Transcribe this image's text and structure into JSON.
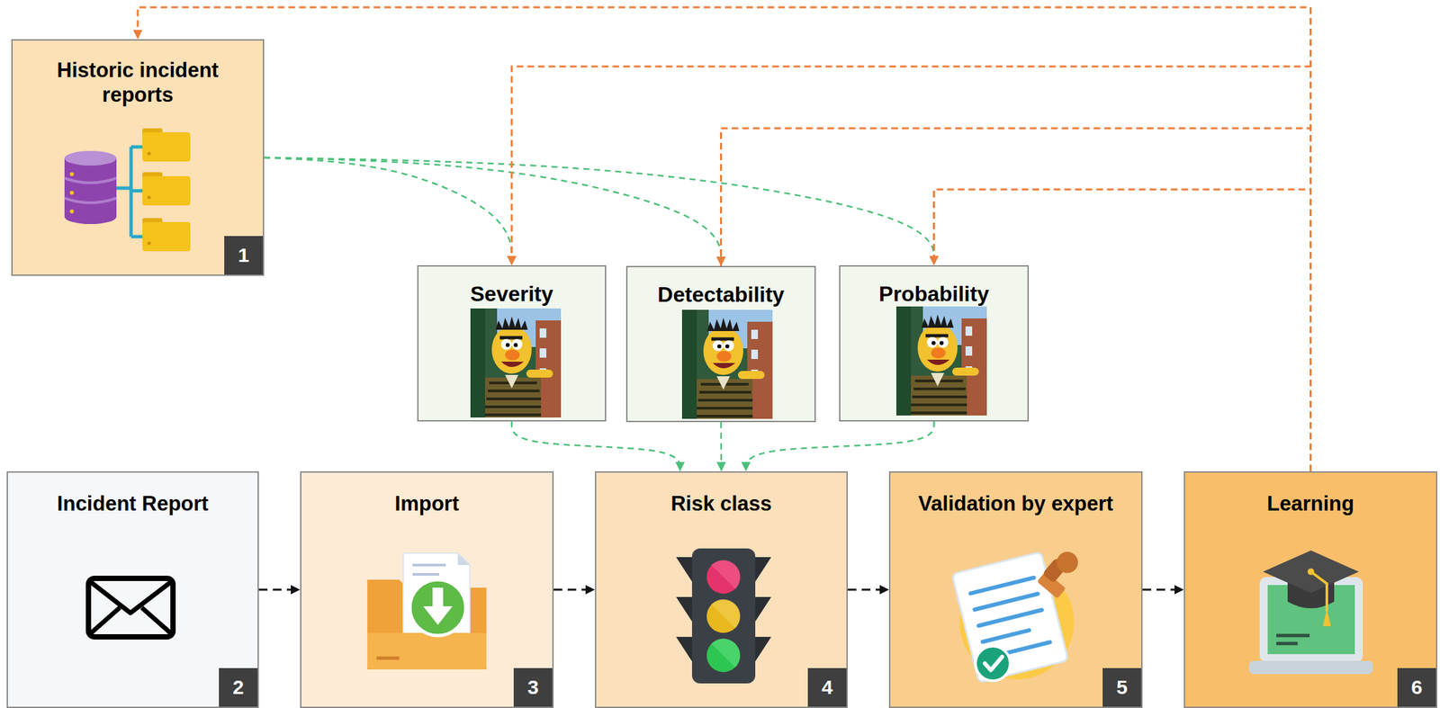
{
  "diagram": {
    "nodes": [
      {
        "text": [
          "Historic incident reports"
        ]
      },
      {
        "text": [
          "Severity"
        ]
      },
      {
        "text": [
          "Detectability"
        ]
      },
      {
        "text": [
          "Probability"
        ]
      },
      {
        "text": [
          "Incident Report"
        ]
      },
      {
        "text": [
          "Import"
        ]
      },
      {
        "text": [
          "Risk class"
        ]
      },
      {
        "text": [
          "Validation by expert"
        ]
      },
      {
        "text": [
          "Learning"
        ]
      }
    ],
    "edges": [
      {
        "from": 0,
        "to": 1,
        "arrow": "to"
      },
      {
        "from": 0,
        "to": 2,
        "arrow": "to"
      },
      {
        "from": 0,
        "to": 3,
        "arrow": "to"
      },
      {
        "from": 1,
        "to": 6,
        "arrow": "to"
      },
      {
        "from": 2,
        "to": 6,
        "arrow": "to"
      },
      {
        "from": 3,
        "to": 6,
        "arrow": "to"
      },
      {
        "from": 4,
        "to": 5,
        "arrow": "to"
      },
      {
        "from": 5,
        "to": 6,
        "arrow": "to"
      },
      {
        "from": 6,
        "to": 7,
        "arrow": "to"
      },
      {
        "from": 7,
        "to": 8,
        "arrow": "to"
      },
      {
        "from": 8,
        "to": 0,
        "arrow": "to"
      },
      {
        "from": 8,
        "to": 1,
        "arrow": "to"
      },
      {
        "from": 8,
        "to": 2,
        "arrow": "to"
      },
      {
        "from": 8,
        "to": 3,
        "arrow": "to"
      }
    ],
    "labels": [
      "1",
      "2",
      "3",
      "4",
      "5",
      "6"
    ]
  }
}
